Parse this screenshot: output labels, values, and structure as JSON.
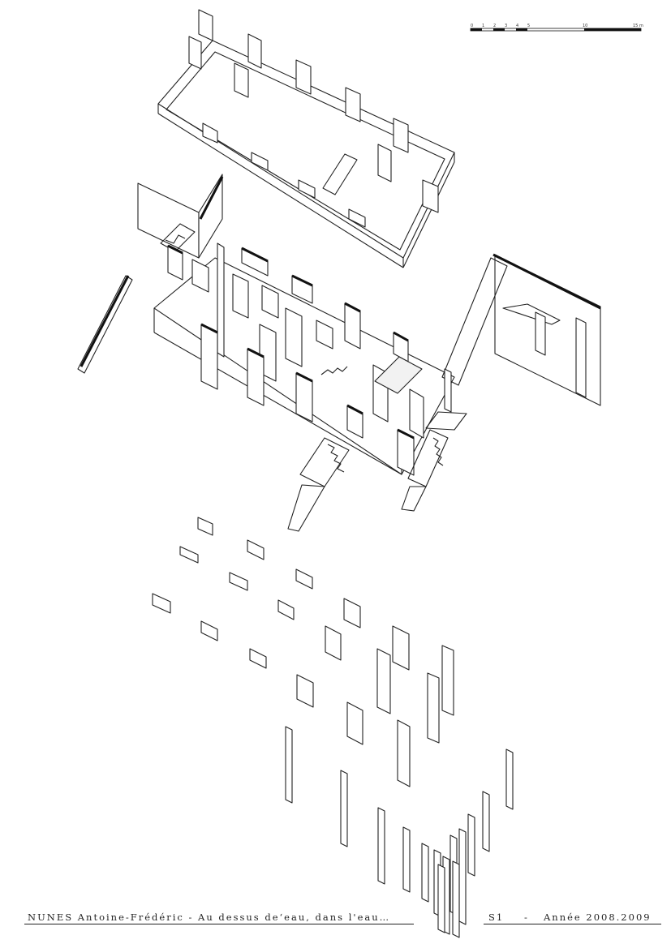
{
  "drawing": {
    "scale": {
      "ticks": [
        "0",
        "1",
        "2",
        "3",
        "4",
        "5",
        "10",
        "15 m"
      ]
    },
    "layers": [
      {
        "name": "roof-slab-and-parapet"
      },
      {
        "name": "main-floor-with-partitions-and-stairs"
      },
      {
        "name": "foundation-blocks"
      },
      {
        "name": "pilotis-columns"
      }
    ]
  },
  "footer": {
    "author_title": "NUNES Antoine-Frédéric  -  Au dessus de‘eau, dans l'eau…",
    "semester": "S1",
    "separator": "-",
    "year": "Année 2008.2009"
  }
}
